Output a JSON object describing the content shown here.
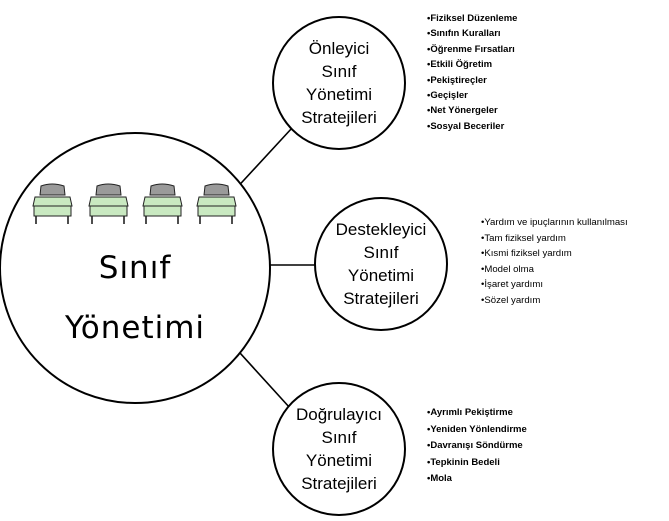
{
  "center": {
    "title_lines": [
      "Sınıf",
      "Yönetimi"
    ]
  },
  "nodes": [
    {
      "id": "onleyici",
      "title_lines": [
        "Önleyici",
        "Sınıf",
        "Yönetimi",
        "Stratejileri"
      ],
      "items": [
        "Fiziksel Düzenleme",
        "Sınıfın Kuralları",
        "Öğrenme Fırsatları",
        "Etkili Öğretim",
        "Pekiştireçler",
        "Geçişler",
        "Net  Yönergeler",
        "Sosyal Beceriler"
      ]
    },
    {
      "id": "destekleyici",
      "title_lines": [
        "Destekleyici",
        "Sınıf",
        "Yönetimi",
        "Stratejileri"
      ],
      "items": [
        "Yardım ve ipuçlarının kullanılması",
        "Tam fiziksel yardım",
        "Kısmi fiziksel yardım",
        "Model olma",
        "İşaret yardımı",
        "Sözel yardım"
      ]
    },
    {
      "id": "dogrulayici",
      "title_lines": [
        "Doğrulayıcı",
        "Sınıf",
        "Yönetimi",
        "Stratejileri"
      ],
      "items": [
        "Ayrımlı Pekiştirme",
        "Yeniden Yönlendirme",
        "Davranışı Söndürme",
        "Tepkinin Bedeli",
        "Mola"
      ]
    }
  ],
  "colors": {
    "desk_fill": "#c9e9c1",
    "chair_fill": "#9a9a9a",
    "line": "#000000"
  }
}
